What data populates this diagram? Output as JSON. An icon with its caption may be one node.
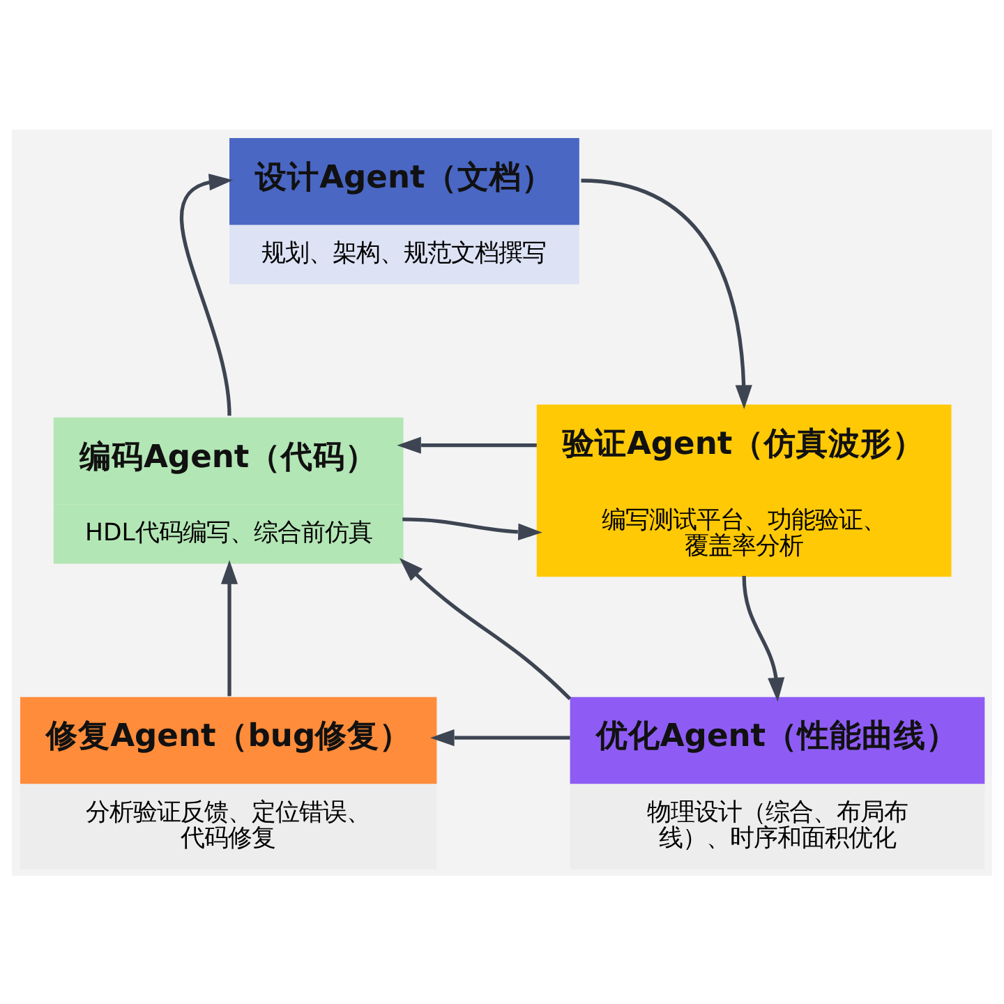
{
  "diagram": {
    "nodes": [
      {
        "text": [
          "设计Agent（文档）",
          "规划、架构、规范文档撰写"
        ]
      },
      {
        "text": [
          "编码Agent（代码）",
          "HDL代码编写、综合前仿真"
        ]
      },
      {
        "text": [
          "验证Agent（仿真波形）",
          "编写测试平台、功能验证、覆盖率分析"
        ]
      },
      {
        "text": [
          "修复Agent（bug修复）",
          "分析验证反馈、定位错误、代码修复"
        ]
      },
      {
        "text": [
          "优化Agent（性能曲线）",
          "物理设计（综合、布局布线）、时序和面积优化"
        ]
      }
    ],
    "edges": [
      {
        "from": 1,
        "to": 0,
        "arrow": "to"
      },
      {
        "from": 0,
        "to": 2,
        "arrow": "to"
      },
      {
        "from": 2,
        "to": 1,
        "arrow": "to"
      },
      {
        "from": 1,
        "to": 2,
        "arrow": "to"
      },
      {
        "from": 2,
        "to": 4,
        "arrow": "to"
      },
      {
        "from": 4,
        "to": 1,
        "arrow": "to"
      },
      {
        "from": 4,
        "to": 3,
        "arrow": "to"
      },
      {
        "from": 3,
        "to": 1,
        "arrow": "to"
      }
    ]
  }
}
